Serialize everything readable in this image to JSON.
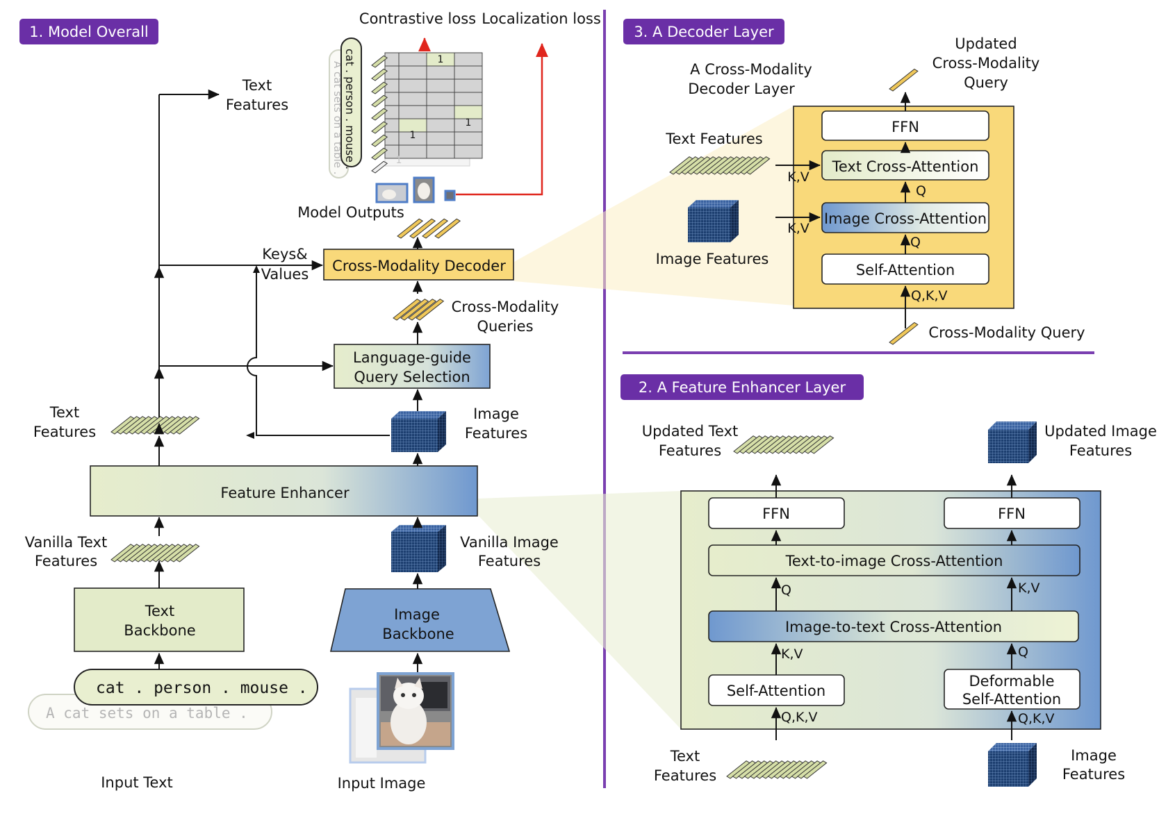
{
  "sections": {
    "overall": "1. Model Overall",
    "decoder": "3. A Decoder Layer",
    "enhancer": "2. A Feature Enhancer Layer"
  },
  "overall": {
    "contrastive_loss": "Contrastive loss",
    "localization_loss": "Localization loss",
    "text_features_top_1": "Text",
    "text_features_top_2": "Features",
    "model_outputs": "Model Outputs",
    "keys_values_1": "Keys&",
    "keys_values_2": "Values",
    "decoder_box": "Cross-Modality Decoder",
    "queries_1": "Cross-Modality",
    "queries_2": "Queries",
    "qsel_1": "Language-guide",
    "qsel_2": "Query Selection",
    "text_features_mid_1": "Text",
    "text_features_mid_2": "Features",
    "image_features_1": "Image",
    "image_features_2": "Features",
    "feature_enhancer": "Feature Enhancer",
    "vanilla_text_1": "Vanilla Text",
    "vanilla_text_2": "Features",
    "vanilla_image_1": "Vanilla Image",
    "vanilla_image_2": "Features",
    "text_backbone_1": "Text",
    "text_backbone_2": "Backbone",
    "image_backbone_1": "Image",
    "image_backbone_2": "Backbone",
    "prompt_categories": "cat . person . mouse .",
    "prompt_sentence": "A cat sets on a table .",
    "input_text": "Input Text",
    "input_image": "Input Image",
    "matrix_ones": [
      "1",
      "1",
      "1",
      "1"
    ]
  },
  "decoder": {
    "caption_1": "A Cross-Modality",
    "caption_2": "Decoder Layer",
    "updated_1": "Updated",
    "updated_2": "Cross-Modality",
    "updated_3": "Query",
    "text_features": "Text Features",
    "image_features": "Image Features",
    "ffn": "FFN",
    "text_xattn": "Text Cross-Attention",
    "image_xattn": "Image Cross-Attention",
    "self_attn": "Self-Attention",
    "kv_1": "K,V",
    "kv_2": "K,V",
    "q_1": "Q",
    "q_2": "Q",
    "qkv": "Q,K,V",
    "query": "Cross-Modality Query"
  },
  "enhancer": {
    "updated_text_1": "Updated Text",
    "updated_text_2": "Features",
    "updated_image_1": "Updated Image",
    "updated_image_2": "Features",
    "ffn_left": "FFN",
    "ffn_right": "FFN",
    "t2i": "Text-to-image Cross-Attention",
    "i2t": "Image-to-text Cross-Attention",
    "self_attn": "Self-Attention",
    "deform_1": "Deformable",
    "deform_2": "Self-Attention",
    "q_left": "Q",
    "kv_right": "K,V",
    "kv_left": "K,V",
    "q_right": "Q",
    "qkv_left": "Q,K,V",
    "qkv_right": "Q,K,V",
    "text_features_1": "Text",
    "text_features_2": "Features",
    "image_features_1": "Image",
    "image_features_2": "Features"
  },
  "colors": {
    "section_tag": "#6a2fa6",
    "divider": "#7a3fb0",
    "decoder_fill": "#f9d97a",
    "text_green": "#e3ebc9",
    "image_blue": "#7ea3d3",
    "loss_arrow": "#e0261d"
  }
}
